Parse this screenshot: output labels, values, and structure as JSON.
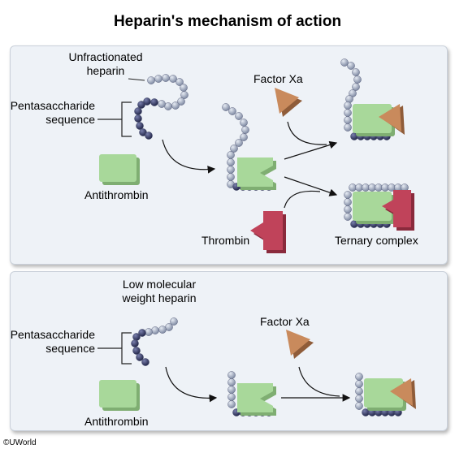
{
  "title": "Heparin's mechanism of action",
  "panel_top": {
    "heparin_label_line1": "Unfractionated",
    "heparin_label_line2": "heparin",
    "pentasaccharide_line1": "Pentasaccharide",
    "pentasaccharide_line2": "sequence",
    "antithrombin_label": "Antithrombin",
    "factor_xa_label": "Factor Xa",
    "thrombin_label": "Thrombin",
    "ternary_label": "Ternary complex"
  },
  "panel_bottom": {
    "heparin_label_line1": "Low molecular",
    "heparin_label_line2": "weight heparin",
    "pentasaccharide_line1": "Pentasaccharide",
    "pentasaccharide_line2": "sequence",
    "antithrombin_label": "Antithrombin",
    "factor_xa_label": "Factor Xa"
  },
  "copyright": "©UWorld",
  "colors": {
    "bead_light": "#aab4c8",
    "bead_dark": "#3a3f6b",
    "antithrombin": "#a8d89a",
    "factor_xa": "#c98a5c",
    "thrombin": "#c0435a"
  }
}
